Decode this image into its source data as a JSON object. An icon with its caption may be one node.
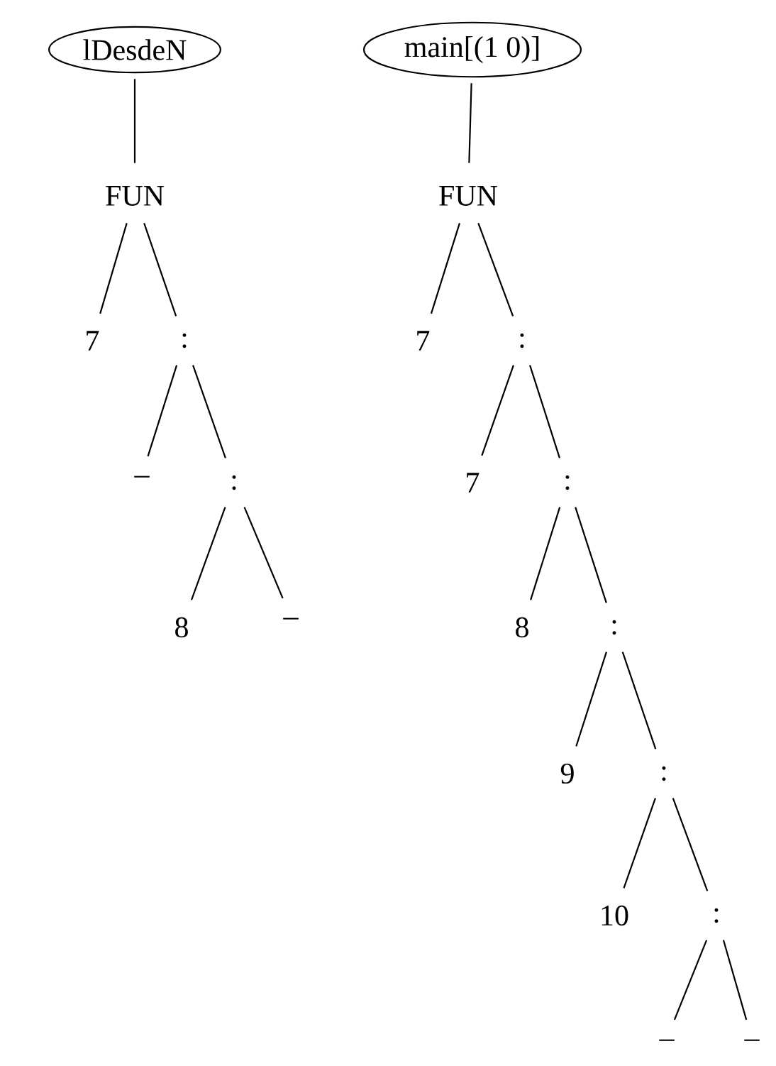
{
  "diagram": {
    "nodes": [
      {
        "text": [
          "lDesdeN"
        ]
      },
      {
        "text": [
          "main[(1 0)]"
        ]
      },
      {
        "text": [
          "FUN"
        ]
      },
      {
        "text": [
          "7"
        ]
      },
      {
        "text": [
          ":"
        ]
      },
      {
        "text": [
          "_"
        ]
      },
      {
        "text": [
          ":"
        ]
      },
      {
        "text": [
          "8"
        ]
      },
      {
        "text": [
          "_"
        ]
      },
      {
        "text": [
          "FUN"
        ]
      },
      {
        "text": [
          "7"
        ]
      },
      {
        "text": [
          ":"
        ]
      },
      {
        "text": [
          "7"
        ]
      },
      {
        "text": [
          ":"
        ]
      },
      {
        "text": [
          "8"
        ]
      },
      {
        "text": [
          ":"
        ]
      },
      {
        "text": [
          "9"
        ]
      },
      {
        "text": [
          ":"
        ]
      },
      {
        "text": [
          "10"
        ]
      },
      {
        "text": [
          ":"
        ]
      },
      {
        "text": [
          "_"
        ]
      },
      {
        "text": [
          "_"
        ]
      }
    ],
    "edges": [
      {
        "from": 0,
        "to": 2,
        "arrow": "none"
      },
      {
        "from": 2,
        "to": 3,
        "arrow": "none"
      },
      {
        "from": 2,
        "to": 4,
        "arrow": "none"
      },
      {
        "from": 4,
        "to": 5,
        "arrow": "none"
      },
      {
        "from": 4,
        "to": 6,
        "arrow": "none"
      },
      {
        "from": 6,
        "to": 7,
        "arrow": "none"
      },
      {
        "from": 6,
        "to": 8,
        "arrow": "none"
      },
      {
        "from": 1,
        "to": 9,
        "arrow": "none"
      },
      {
        "from": 9,
        "to": 10,
        "arrow": "none"
      },
      {
        "from": 9,
        "to": 11,
        "arrow": "none"
      },
      {
        "from": 11,
        "to": 12,
        "arrow": "none"
      },
      {
        "from": 11,
        "to": 13,
        "arrow": "none"
      },
      {
        "from": 13,
        "to": 14,
        "arrow": "none"
      },
      {
        "from": 13,
        "to": 15,
        "arrow": "none"
      },
      {
        "from": 15,
        "to": 16,
        "arrow": "none"
      },
      {
        "from": 15,
        "to": 17,
        "arrow": "none"
      },
      {
        "from": 17,
        "to": 18,
        "arrow": "none"
      },
      {
        "from": 17,
        "to": 19,
        "arrow": "none"
      },
      {
        "from": 19,
        "to": 20,
        "arrow": "none"
      },
      {
        "from": 19,
        "to": 21,
        "arrow": "none"
      }
    ]
  }
}
